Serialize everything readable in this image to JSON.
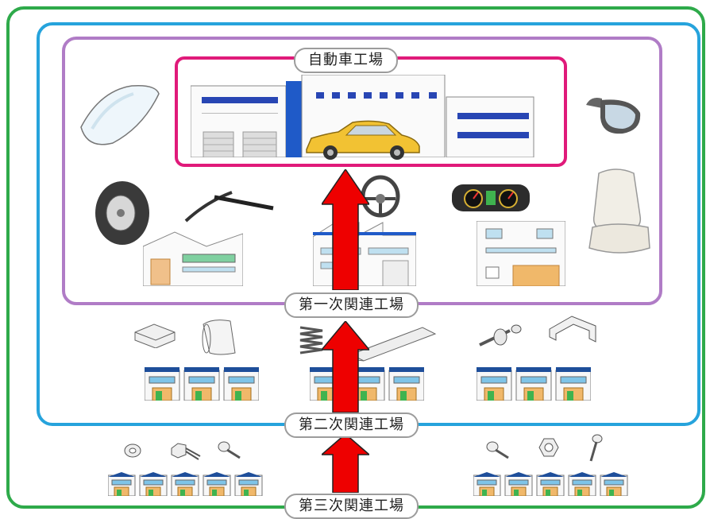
{
  "labels": {
    "automobile_factory": "自動車工場",
    "first_tier": "第一次関連工場",
    "second_tier": "第二次関連工場",
    "third_tier": "第三次関連工場"
  },
  "colors": {
    "automobile_factory_frame": "#e01a7a",
    "first_tier_frame": "#b07cc6",
    "second_tier_frame": "#26a3dc",
    "third_tier_frame": "#2eaa4a",
    "arrow": "#ee0000"
  },
  "icons": {
    "automobile_factory": [
      "factory-icon",
      "car-icon"
    ],
    "first_tier": [
      "windshield-glass-icon",
      "tire-icon",
      "wiper-icon",
      "steering-wheel-icon",
      "meter-panel-icon",
      "side-mirror-icon",
      "seat-icon",
      "factory-icon",
      "factory-icon",
      "factory-icon"
    ],
    "second_tier": [
      "block-icon",
      "sheet-roll-icon",
      "spring-icon",
      "steel-bar-icon",
      "shaft-icon",
      "bracket-icon",
      "small-factory-icon"
    ],
    "third_tier": [
      "washer-icon",
      "bolt-icon",
      "screw-icon",
      "nut-icon",
      "small-factory-icon"
    ]
  }
}
